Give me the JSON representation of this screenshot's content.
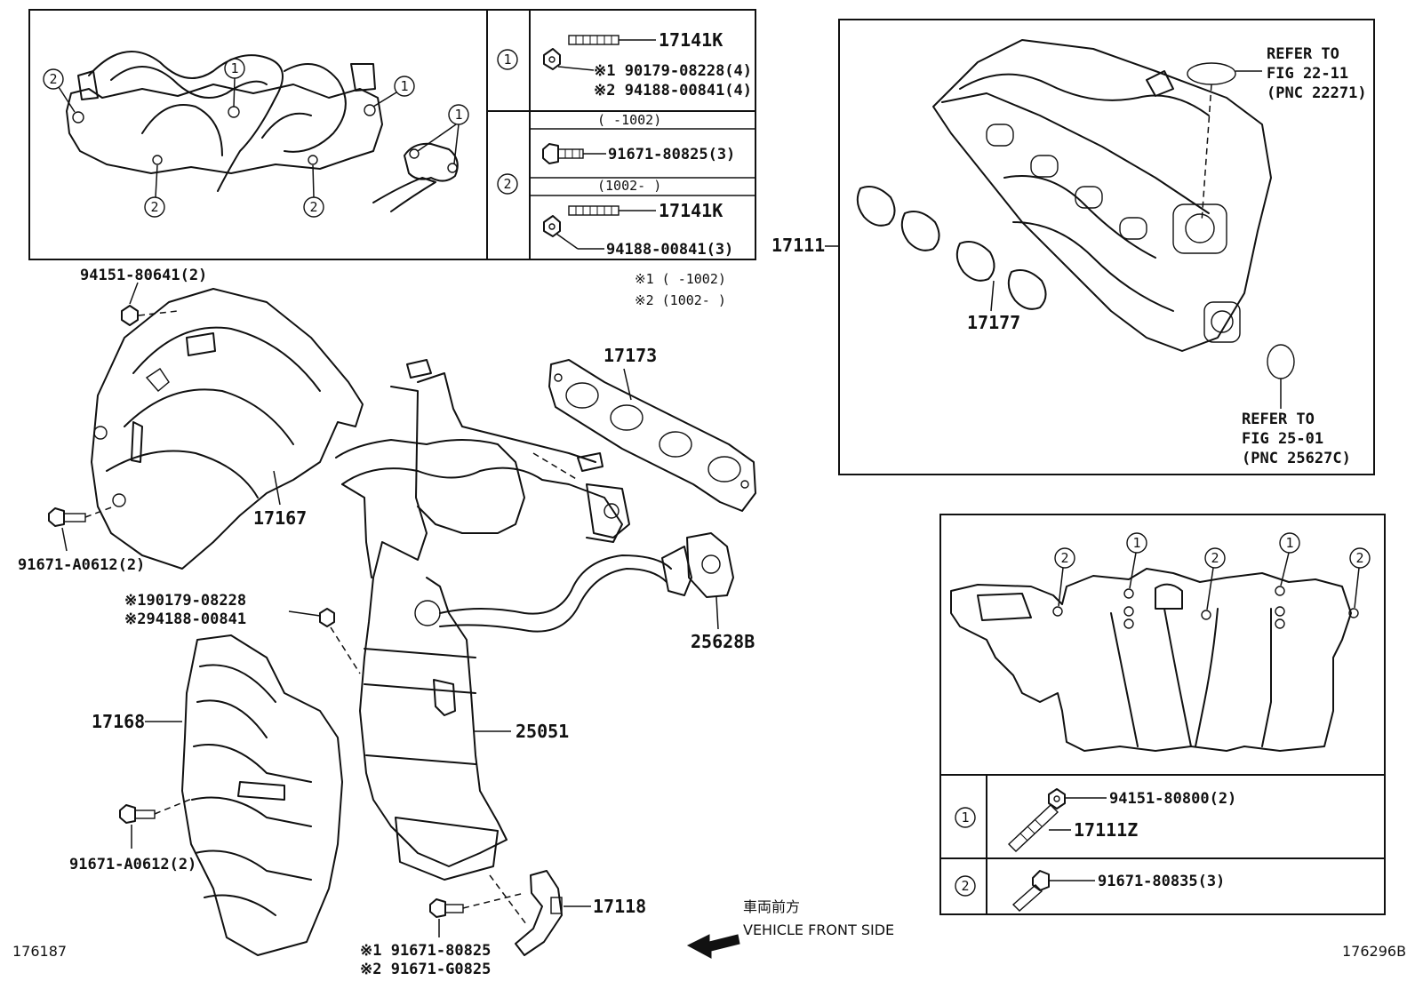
{
  "labels": {
    "p17141k_a": "17141K",
    "note_1_a": "※1 90179-08228(4)",
    "note_2_a": "※2 94188-00841(4)",
    "range_before": "(     -1002)",
    "p91671_80825": "91671-80825(3)",
    "range_after": "(1002-     )",
    "p17141k_b": "17141K",
    "p94188_00841": "94188-00841(3)",
    "footnote_1": "※1 (      -1002)",
    "footnote_2": "※2 (1002-      )",
    "p17111": "17111",
    "p17177": "17177",
    "refer_top_1": "REFER TO",
    "refer_top_2": "FIG 22-11",
    "refer_top_3": "(PNC 22271)",
    "refer_bot_1": "REFER TO",
    "refer_bot_2": "FIG 25-01",
    "refer_bot_3": "(PNC 25627C)",
    "p94151_80641": "94151-80641(2)",
    "p17173": "17173",
    "p17167": "17167",
    "p91671_a0612_top": "91671-A0612(2)",
    "note_1_mid": "※190179-08228",
    "note_2_mid": "※294188-00841",
    "p25628b": "25628B",
    "p17168": "17168",
    "p25051": "25051",
    "p91671_a0612_bot": "91671-A0612(2)",
    "p17118": "17118",
    "note_1_bot": "※1 91671-80825",
    "note_2_bot": "※2 91671-G0825",
    "direction_jp": "車両前方",
    "direction_en": "VEHICLE FRONT SIDE",
    "fig_left": "176187",
    "fig_right": "176296B",
    "p94151_80800": "94151-80800(2)",
    "p17111z": "17111Z",
    "p91671_80835": "91671-80835(3)",
    "circle_1": "1",
    "circle_2": "2"
  },
  "icons": [
    "circled-number-icon",
    "arrow-left-icon",
    "bolt-icon",
    "nut-icon",
    "stud-icon"
  ]
}
